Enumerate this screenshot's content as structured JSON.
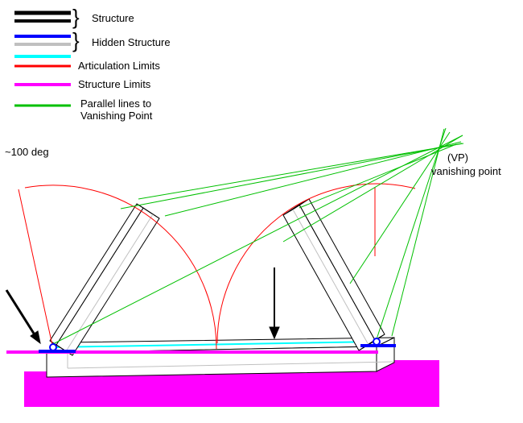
{
  "legend": {
    "brace": "}",
    "structure_label": "Structure",
    "hidden_structure_label": "Hidden Structure",
    "articulation_label": "Articulation Limits",
    "structure_limits_label": "Structure Limits",
    "parallel_label_line1": "Parallel lines to",
    "parallel_label_line2": "Vanishing Point"
  },
  "annotations": {
    "angle": "~100 deg",
    "vp_short": "(VP)",
    "vp_long": "vanishing point"
  },
  "colors": {
    "structure": "#000000",
    "hidden_structure": "#0000ff",
    "hidden_structure_alt": "#c0c0c0",
    "hidden_structure_axis": "#00ffff",
    "articulation_limits": "#ff0000",
    "structure_limits": "#ff00ff",
    "vanishing_lines": "#00c000"
  }
}
